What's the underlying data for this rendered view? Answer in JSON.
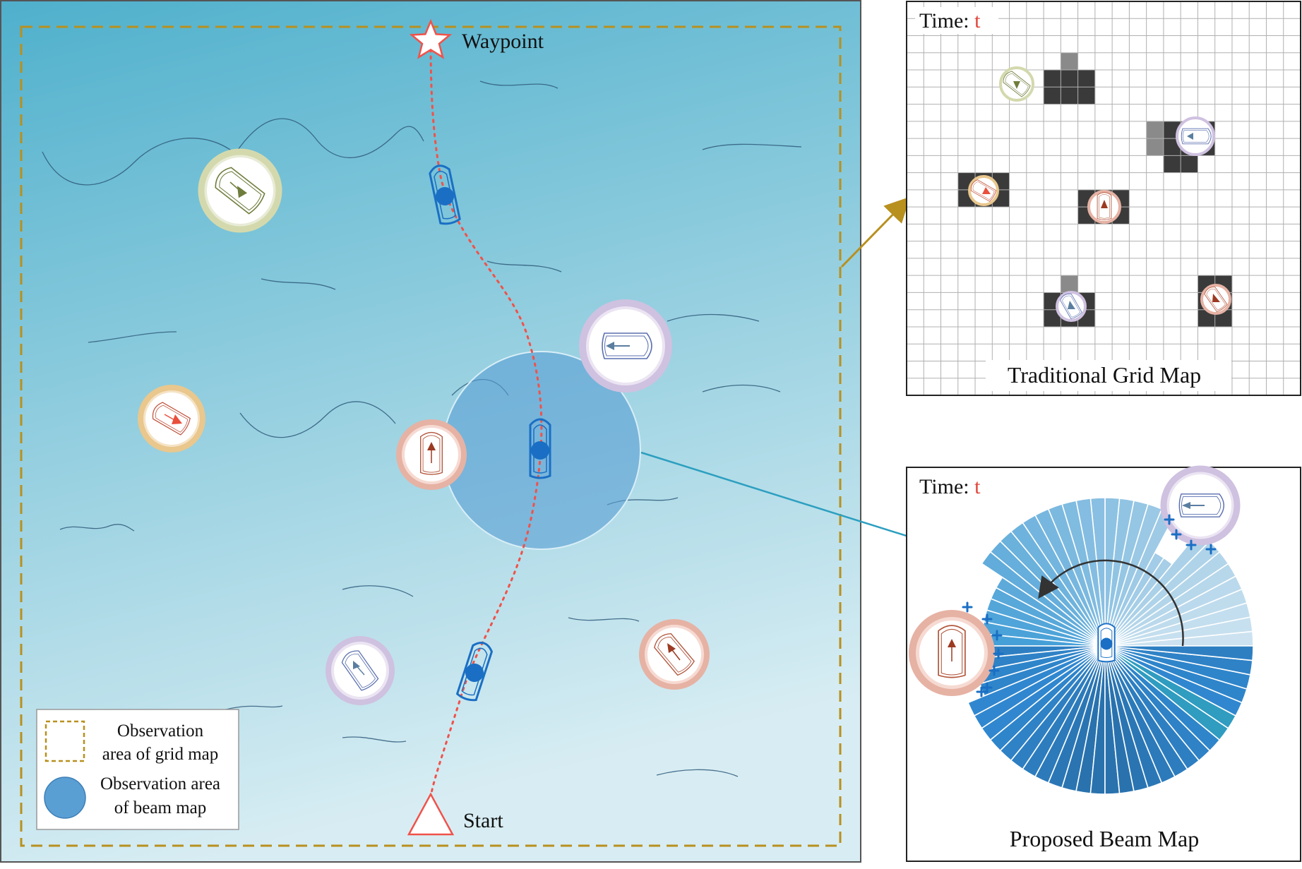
{
  "scene": {
    "waypoint_label": "Waypoint",
    "start_label": "Start",
    "legend": {
      "grid_line1": "Observation",
      "grid_line2": "area of grid map",
      "beam_line1": "Observation area",
      "beam_line2": "of beam map"
    }
  },
  "grid_panel": {
    "time_prefix": "Time: ",
    "time_var": "t",
    "caption": "Traditional Grid Map"
  },
  "beam_panel": {
    "time_prefix": "Time: ",
    "time_var": "t",
    "caption": "Proposed Beam Map"
  },
  "colors": {
    "sea_top": "#4fb0cc",
    "sea_bottom": "#d6ecf2",
    "boundary": "#b8901e",
    "path": "#f0524a",
    "own_ship": "#1a6fc4",
    "beam_area": "#5a9fd4",
    "time_var": "#e0453a",
    "arrow_grid": "#b8901e",
    "arrow_beam": "#2d9fc0",
    "obstacle_olive": "#6f7d3c",
    "obstacle_lavender": "#5a7ea0",
    "obstacle_red": "#9c3a22",
    "obstacle_orange": "#e8503c"
  }
}
